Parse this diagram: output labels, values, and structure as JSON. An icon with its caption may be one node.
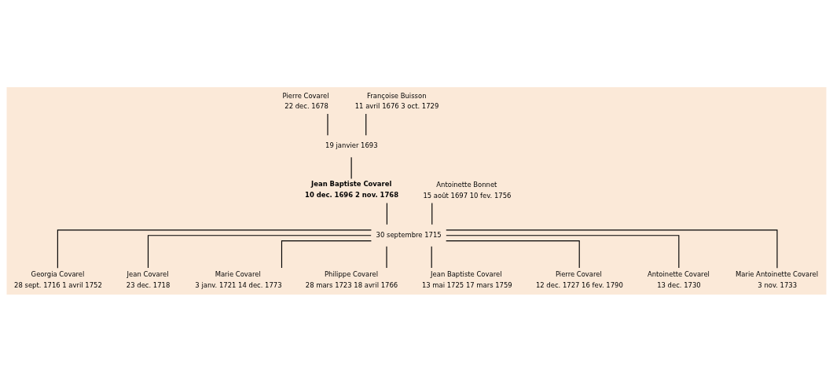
{
  "diagram": {
    "nodes": [
      {
        "text": [
          "Pierre Covarel",
          "22 dec. 1678"
        ]
      },
      {
        "text": [
          "Françoise Buisson",
          "11 avril 1676 3 oct. 1729"
        ]
      },
      {
        "text": [
          "19 janvier 1693"
        ]
      },
      {
        "text": [
          "Jean Baptiste Covarel",
          "10 dec. 1696 2 nov. 1768"
        ]
      },
      {
        "text": [
          "Antoinette Bonnet",
          "15 août 1697 10 fev. 1756"
        ]
      },
      {
        "text": [
          "30 septembre 1715"
        ]
      },
      {
        "text": [
          "Georgia Covarel",
          "28 sept. 1716 1 avril 1752"
        ]
      },
      {
        "text": [
          "Jean Covarel",
          "23 dec. 1718"
        ]
      },
      {
        "text": [
          "Marie Covarel",
          "3 janv. 1721 14 dec. 1773"
        ]
      },
      {
        "text": [
          "Philippe Covarel",
          "28 mars 1723 18 avril 1766"
        ]
      },
      {
        "text": [
          "Jean Baptiste Covarel",
          "13 mai 1725 17 mars 1759"
        ]
      },
      {
        "text": [
          "Pierre Covarel",
          "12 dec. 1727 16 fev. 1790"
        ]
      },
      {
        "text": [
          "Antoinette Covarel",
          "13 dec. 1730"
        ]
      },
      {
        "text": [
          "Marie Antoinette Covarel",
          "3 nov. 1733"
        ]
      }
    ],
    "edges": [
      {
        "from": 0,
        "to": 2,
        "arrow": "none"
      },
      {
        "from": 1,
        "to": 2,
        "arrow": "none"
      },
      {
        "from": 2,
        "to": 3,
        "arrow": "none"
      },
      {
        "from": 3,
        "to": 5,
        "arrow": "none"
      },
      {
        "from": 4,
        "to": 5,
        "arrow": "none"
      },
      {
        "from": 5,
        "to": 6,
        "arrow": "none"
      },
      {
        "from": 5,
        "to": 7,
        "arrow": "none"
      },
      {
        "from": 5,
        "to": 8,
        "arrow": "none"
      },
      {
        "from": 5,
        "to": 9,
        "arrow": "none"
      },
      {
        "from": 5,
        "to": 10,
        "arrow": "none"
      },
      {
        "from": 5,
        "to": 11,
        "arrow": "none"
      },
      {
        "from": 5,
        "to": 12,
        "arrow": "none"
      },
      {
        "from": 5,
        "to": 13,
        "arrow": "none"
      }
    ]
  }
}
